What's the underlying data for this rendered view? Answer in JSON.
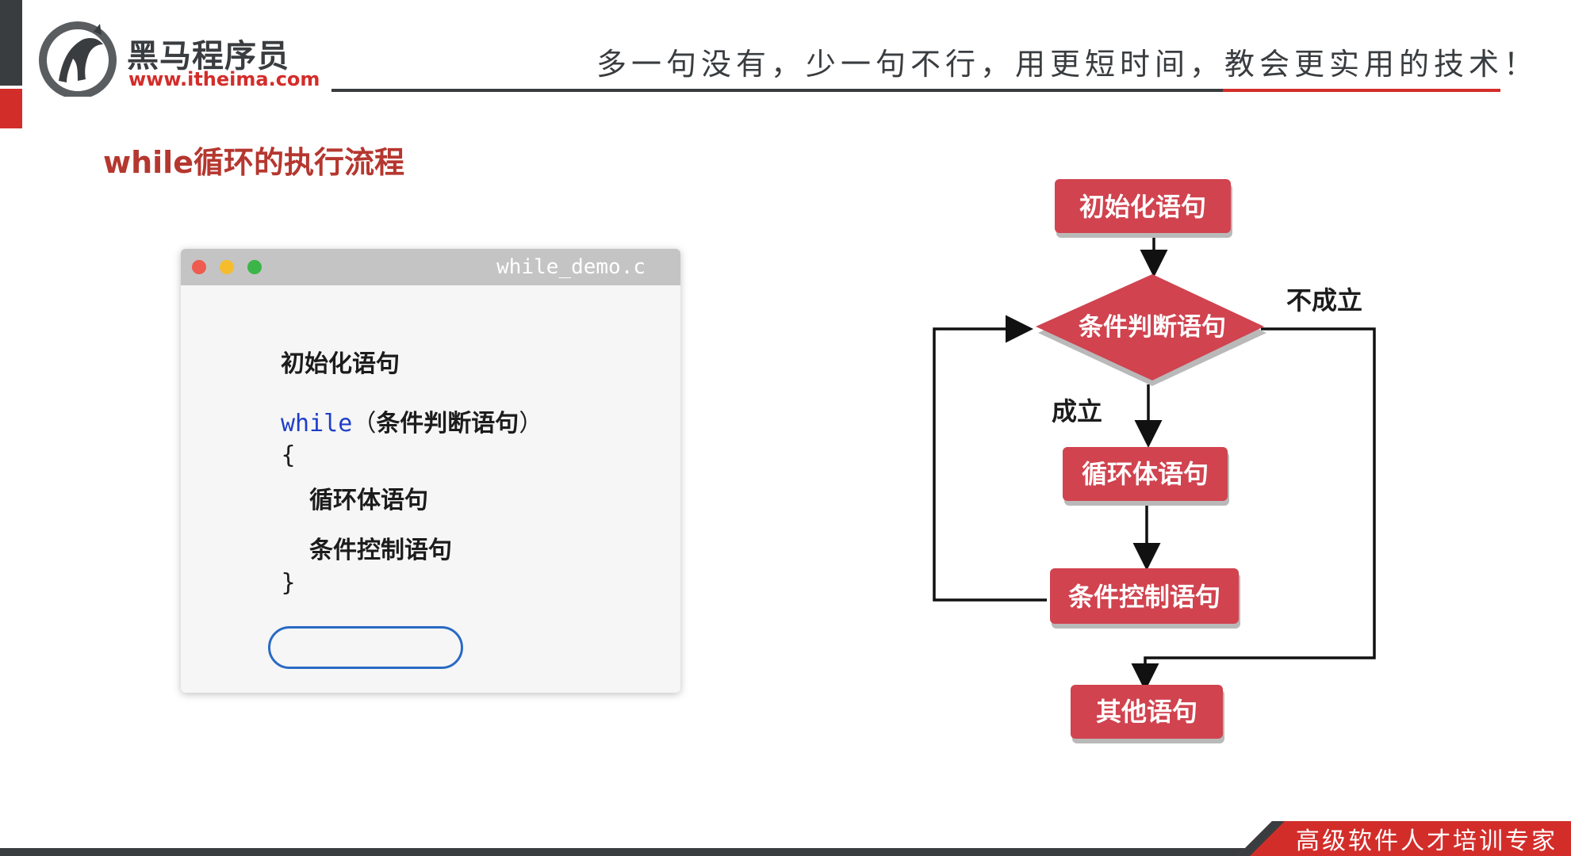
{
  "header": {
    "logo_name": "黑马程序员",
    "logo_url": "www.itheima.com",
    "slogan": "多一句没有，少一句不行，用更短时间，教会更实用的技术！"
  },
  "page_title": "while循环的执行流程",
  "code_window": {
    "filename": "while_demo.c",
    "lines": {
      "init": "初始化语句",
      "while_kw": "while",
      "paren_open": "（",
      "condition": "条件判断语句",
      "paren_close": "）",
      "brace_open": "{",
      "body": "循环体语句",
      "control": "条件控制语句",
      "brace_close": "}"
    }
  },
  "flowchart": {
    "nodes": {
      "init": "初始化语句",
      "condition": "条件判断语句",
      "body": "循环体语句",
      "control": "条件控制语句",
      "other": "其他语句"
    },
    "edge_labels": {
      "true": "成立",
      "false": "不成立"
    },
    "colors": {
      "node_fill": "#d0434f",
      "node_shadow": "#b9b9b9",
      "edge": "#111111"
    }
  },
  "footer": {
    "tagline": "高级软件人才培训专家"
  },
  "colors": {
    "brand_red": "#d32d2a",
    "brand_dark": "#3a3d40",
    "keyword_blue": "#1f3fc8"
  }
}
